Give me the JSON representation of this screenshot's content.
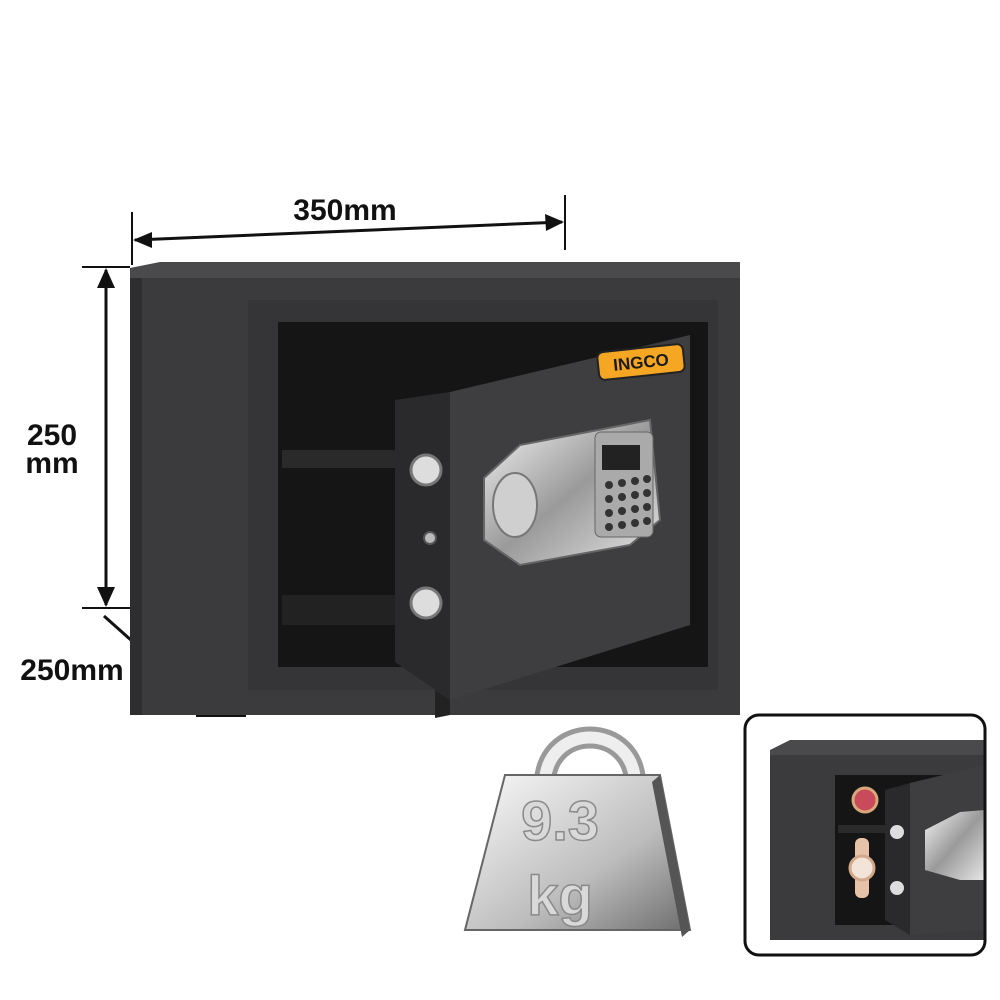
{
  "dimensions": {
    "width": "350mm",
    "height_value": "250",
    "height_unit": "mm",
    "depth": "250mm"
  },
  "brand": {
    "logo": "INGCO",
    "accent_color": "#f5a623"
  },
  "weight": {
    "value": "9.3",
    "unit": "kg"
  },
  "colors": {
    "safe_body": "#3b3b3d",
    "interior": "#151515"
  }
}
